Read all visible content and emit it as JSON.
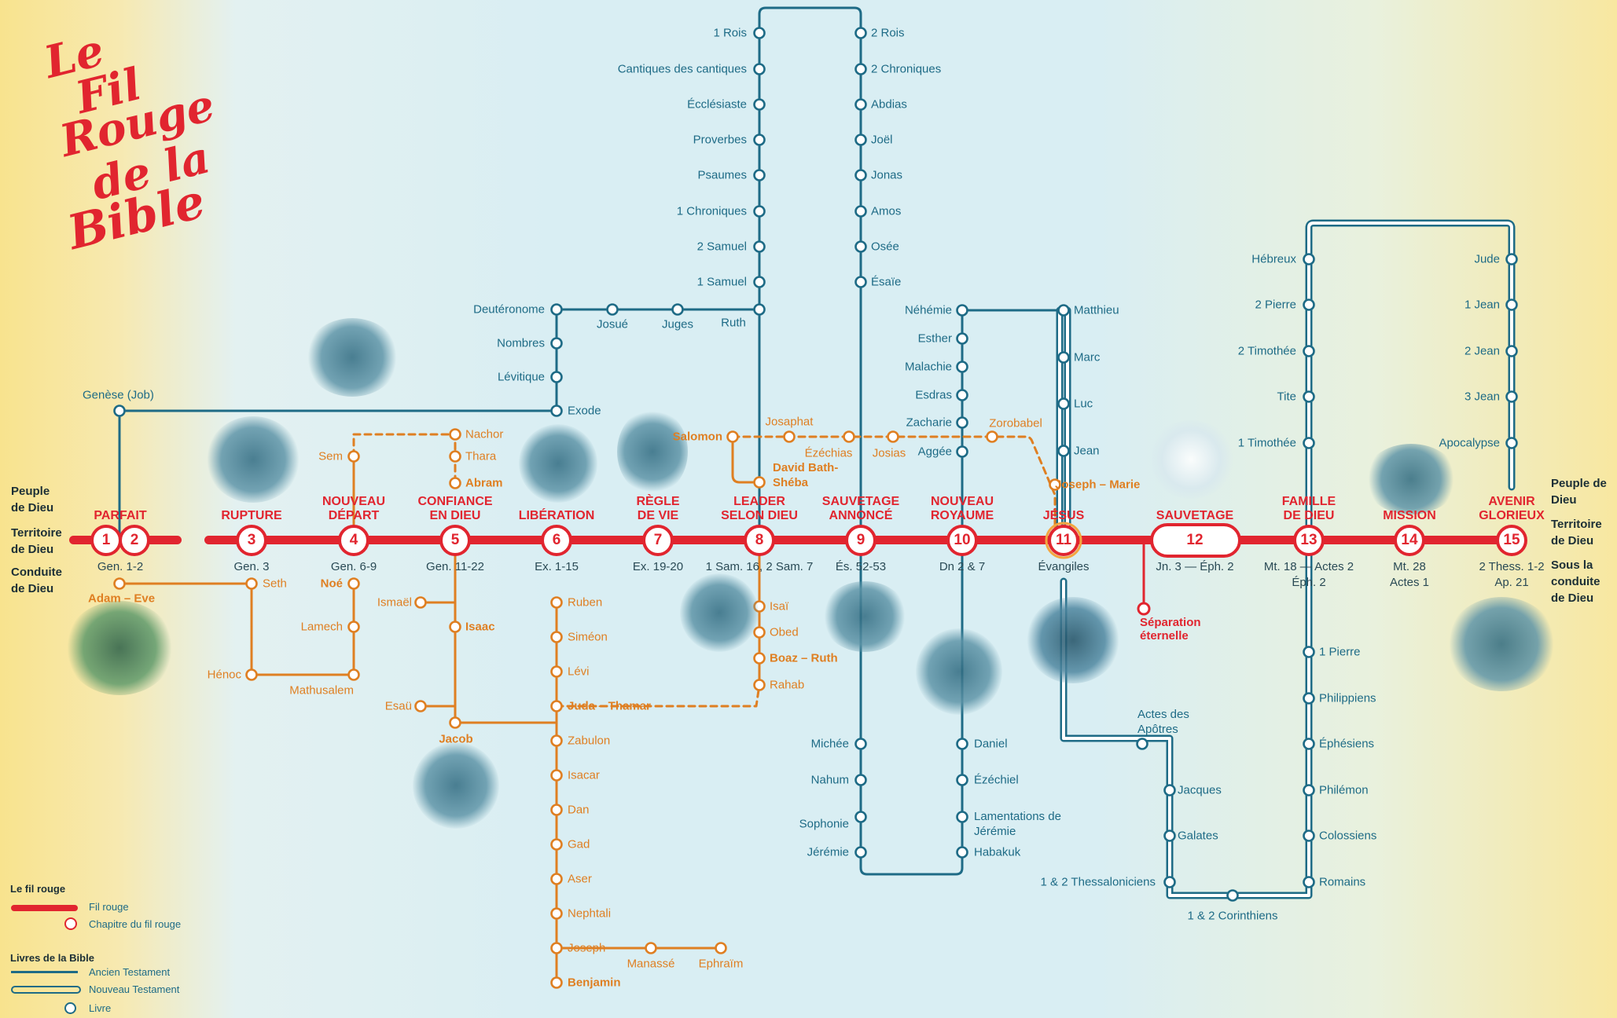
{
  "title": {
    "line1": "Le",
    "line2": "Fil",
    "line3": "Rouge",
    "line4": "de la",
    "line5": "Bible"
  },
  "colors": {
    "red": "#e1252f",
    "blue": "#1e6b86",
    "orange": "#df7f22"
  },
  "left_labels": {
    "a": "Peuple de Dieu",
    "b": "Territoire de Dieu",
    "c": "Conduite de Dieu"
  },
  "right_labels": {
    "a": "Peuple de Dieu",
    "b": "Territoire de Dieu",
    "c": "Sous la conduite de Dieu"
  },
  "stations": [
    {
      "num": "1",
      "title": "PARFAIT",
      "ref": "Gen. 1-2"
    },
    {
      "num": "2",
      "title": "",
      "ref": ""
    },
    {
      "num": "3",
      "title": "RUPTURE",
      "ref": "Gen. 3"
    },
    {
      "num": "4",
      "title": "NOUVEAU DÉPART",
      "ref": "Gen. 6-9"
    },
    {
      "num": "5",
      "title": "CONFIANCE EN DIEU",
      "ref": "Gen. 11-22"
    },
    {
      "num": "6",
      "title": "LIBÉRATION",
      "ref": "Ex. 1-15"
    },
    {
      "num": "7",
      "title": "RÈGLE DE VIE",
      "ref": "Ex. 19-20"
    },
    {
      "num": "8",
      "title": "LEADER SELON DIEU",
      "ref": "1 Sam. 16, 2 Sam. 7"
    },
    {
      "num": "9",
      "title": "SAUVETAGE ANNONCÉ",
      "ref": "És. 52-53"
    },
    {
      "num": "10",
      "title": "NOUVEAU ROYAUME",
      "ref": "Dn 2 & 7"
    },
    {
      "num": "11",
      "title": "JÉSUS",
      "ref": "Évangiles"
    },
    {
      "num": "12",
      "title": "SAUVETAGE",
      "ref": "Jn. 3 — Éph. 2"
    },
    {
      "num": "13",
      "title": "FAMILLE DE DIEU",
      "ref": "Mt. 18 — Actes 2 Éph. 2"
    },
    {
      "num": "14",
      "title": "MISSION",
      "ref": "Mt. 28 Actes 1"
    },
    {
      "num": "15",
      "title": "AVENIR GLORIEUX",
      "ref": "2 Thess. 1-2 Ap. 21"
    }
  ],
  "separation": "Séparation éternelle",
  "ot_books": [
    "Genèse (Job)",
    "Exode",
    "Lévitique",
    "Nombres",
    "Deutéronome",
    "Josué",
    "Juges",
    "Ruth",
    "1 Samuel",
    "2 Samuel",
    "1 Chroniques",
    "Psaumes",
    "Proverbes",
    "Écclésiaste",
    "Cantiques des cantiques",
    "1 Rois",
    "2 Rois",
    "2 Chroniques",
    "Abdias",
    "Joël",
    "Jonas",
    "Amos",
    "Osée",
    "Ésaïe",
    "Néhémie",
    "Esther",
    "Malachie",
    "Esdras",
    "Zacharie",
    "Aggée",
    "Michée",
    "Nahum",
    "Sophonie",
    "Jérémie",
    "Daniel",
    "Ézéchiel",
    "Lamentations de Jérémie",
    "Habakuk"
  ],
  "nt_books": [
    "Matthieu",
    "Marc",
    "Luc",
    "Jean",
    "Actes des Apôtres",
    "Jacques",
    "Galates",
    "1 & 2 Thessaloniciens",
    "1 & 2 Corinthiens",
    "Romains",
    "Colossiens",
    "Philémon",
    "Éphésiens",
    "Philippiens",
    "1 Pierre",
    "1 Timothée",
    "Tite",
    "2 Timothée",
    "2 Pierre",
    "Hébreux",
    "Jude",
    "1 Jean",
    "2 Jean",
    "3 Jean",
    "Apocalypse"
  ],
  "people": [
    "Adam – Eve",
    "Seth",
    "Hénoc",
    "Mathusalem",
    "Lamech",
    "Noé",
    "Sem",
    "Nachor",
    "Thara",
    "Abram",
    "Ismaël",
    "Isaac",
    "Esaü",
    "Jacob",
    "Ruben",
    "Siméon",
    "Lévi",
    "Juda – Thamar",
    "Zabulon",
    "Isacar",
    "Dan",
    "Gad",
    "Aser",
    "Nephtali",
    "Joseph",
    "Manassé",
    "Ephraïm",
    "Benjamin",
    "Isaï",
    "Obed",
    "Boaz – Ruth",
    "Rahab",
    "Salomon",
    "Josaphat",
    "Ézéchias",
    "Josias",
    "Zorobabel",
    "David Bath-Shéba",
    "Joseph – Marie"
  ],
  "legend": {
    "title1": "Le fil rouge",
    "item1": "Fil rouge",
    "item2": "Chapitre du fil rouge",
    "title2": "Livres de la Bible",
    "item3": "Ancien Testament",
    "item4": "Nouveau Testament",
    "item5": "Livre"
  }
}
